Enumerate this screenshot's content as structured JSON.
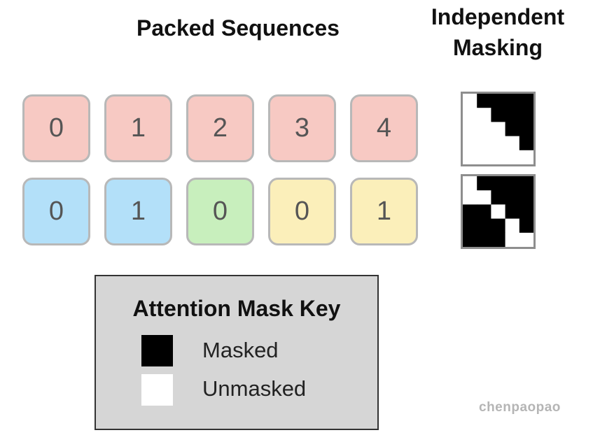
{
  "titles": {
    "packed": "Packed Sequences",
    "independent_line1": "Independent",
    "independent_line2": "Masking"
  },
  "colors": {
    "red": "#f7c9c3",
    "blue": "#b3e0f9",
    "green": "#c8efbd",
    "yellow": "#fbefba",
    "masked": "#000000",
    "unmasked": "#ffffff"
  },
  "rows": [
    {
      "tokens": [
        {
          "label": "0",
          "color": "red"
        },
        {
          "label": "1",
          "color": "red"
        },
        {
          "label": "2",
          "color": "red"
        },
        {
          "label": "3",
          "color": "red"
        },
        {
          "label": "4",
          "color": "red"
        }
      ],
      "mask": [
        [
          0,
          1,
          1,
          1,
          1
        ],
        [
          0,
          0,
          1,
          1,
          1
        ],
        [
          0,
          0,
          0,
          1,
          1
        ],
        [
          0,
          0,
          0,
          0,
          1
        ],
        [
          0,
          0,
          0,
          0,
          0
        ]
      ]
    },
    {
      "tokens": [
        {
          "label": "0",
          "color": "blue"
        },
        {
          "label": "1",
          "color": "blue"
        },
        {
          "label": "0",
          "color": "green"
        },
        {
          "label": "0",
          "color": "yellow"
        },
        {
          "label": "1",
          "color": "yellow"
        }
      ],
      "mask": [
        [
          0,
          1,
          1,
          1,
          1
        ],
        [
          0,
          0,
          1,
          1,
          1
        ],
        [
          1,
          1,
          0,
          1,
          1
        ],
        [
          1,
          1,
          1,
          0,
          1
        ],
        [
          1,
          1,
          1,
          0,
          0
        ]
      ]
    }
  ],
  "legend": {
    "title": "Attention Mask Key",
    "masked_label": "Masked",
    "unmasked_label": "Unmasked"
  },
  "watermark": "chenpaopao"
}
